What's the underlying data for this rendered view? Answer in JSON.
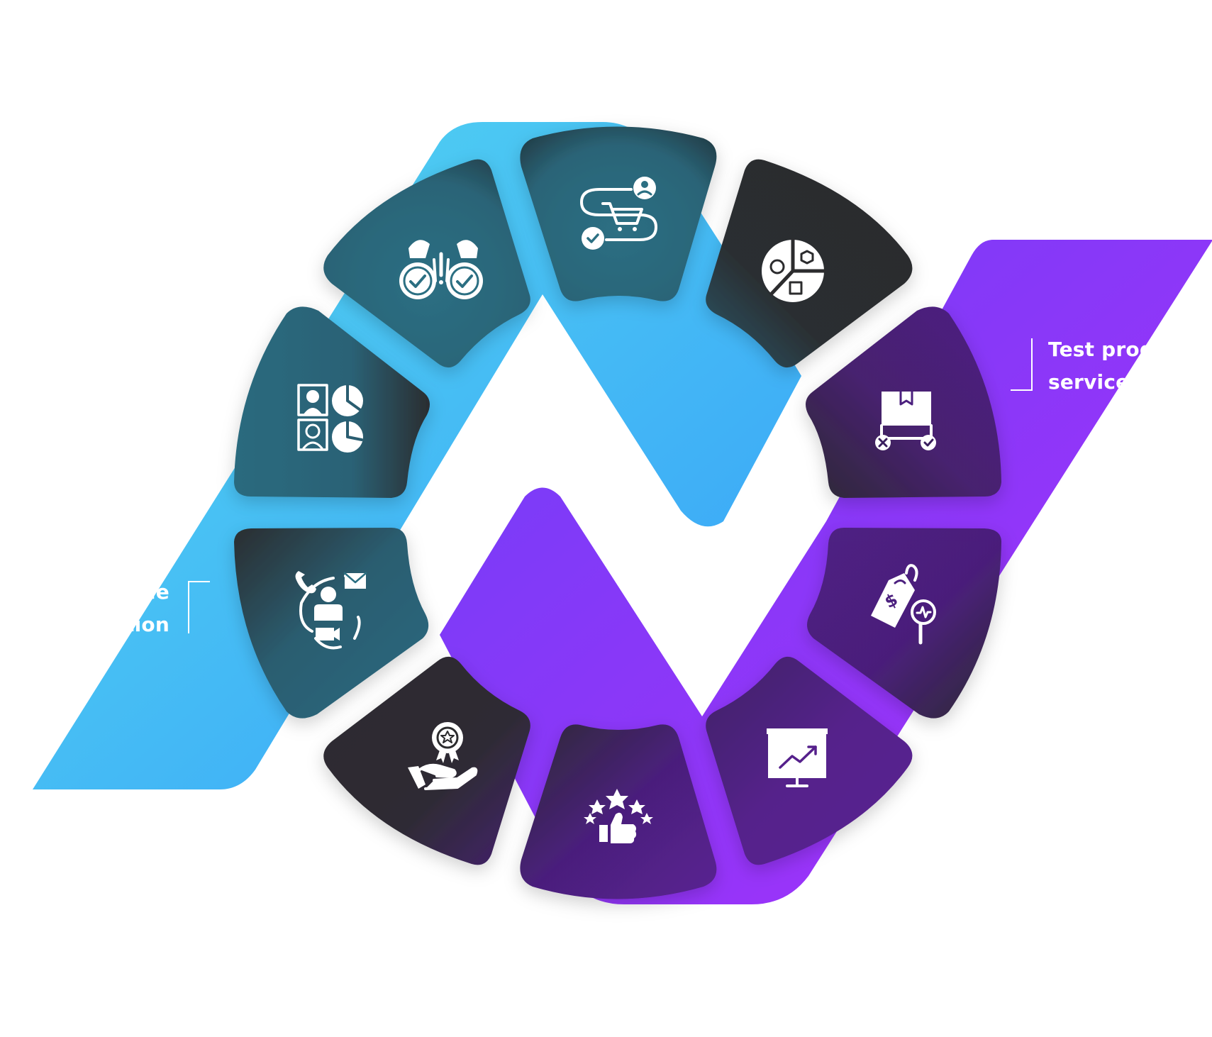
{
  "labels": {
    "right": {
      "line1": "Test produ",
      "line2": "services"
    },
    "left": {
      "line1": "ue",
      "line2": "ation"
    }
  },
  "colors": {
    "cyan_band_start": "#55d7f0",
    "cyan_band_end": "#38a6f9",
    "purple_band_start": "#7b3ff8",
    "purple_band_end": "#a22ffb",
    "teal_segment": "#2b6f82",
    "dark_segment": "#2c2c2e",
    "purple_segment": "#4b1f7e",
    "icon": "#ffffff"
  },
  "segments": [
    {
      "id": "top",
      "icon": "shopping-journey-icon",
      "fill": "teal"
    },
    {
      "id": "upper-right",
      "icon": "pie-segments-icon",
      "fill": "dark-teal"
    },
    {
      "id": "right-upper",
      "icon": "delivery-box-icon",
      "fill": "purple-dark"
    },
    {
      "id": "right-lower",
      "icon": "price-tag-search-icon",
      "fill": "purple-dark"
    },
    {
      "id": "lower-right",
      "icon": "presentation-chart-icon",
      "fill": "purple"
    },
    {
      "id": "bottom",
      "icon": "thumbs-up-stars-icon",
      "fill": "purple-dark"
    },
    {
      "id": "lower-left",
      "icon": "hand-award-icon",
      "fill": "dark-purple"
    },
    {
      "id": "left-lower",
      "icon": "customer-contact-icon",
      "fill": "teal"
    },
    {
      "id": "left-upper",
      "icon": "user-profiles-chart-icon",
      "fill": "teal-dark"
    },
    {
      "id": "upper-left",
      "icon": "binoculars-check-icon",
      "fill": "teal"
    }
  ]
}
